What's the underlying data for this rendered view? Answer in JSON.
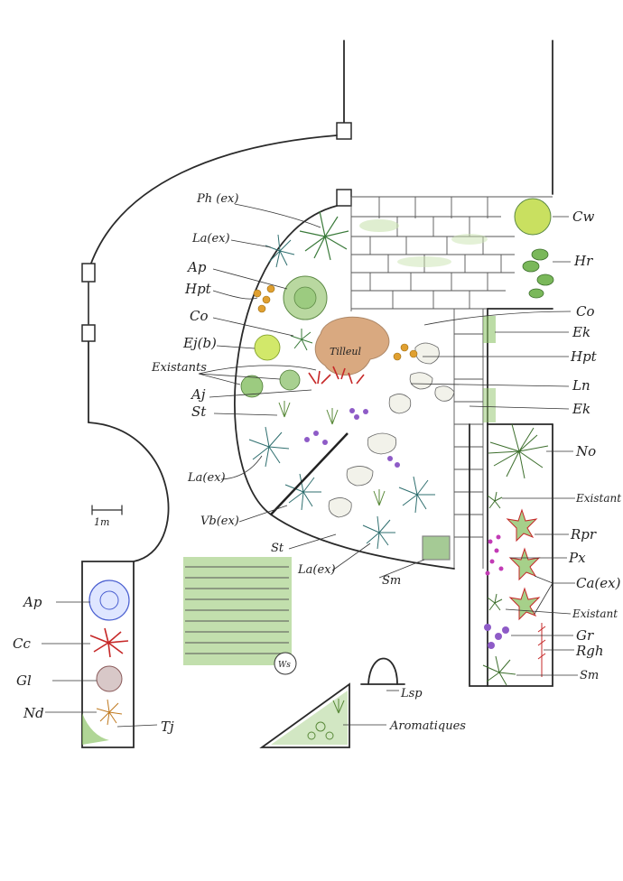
{
  "labels": {
    "ph_ex": "Ph (ex)",
    "la_ex_1": "La(ex)",
    "ap_1": "Ap",
    "hpt_1": "Hpt",
    "co_1": "Co",
    "ej_b": "Ej(b)",
    "existants": "Existants",
    "aj": "Aj",
    "st_1": "St",
    "la_ex_2": "La(ex)",
    "vb_ex": "Vb(ex)",
    "st_2": "St",
    "la_ex_3": "La(ex)",
    "sm_1": "Sm",
    "tilleul": "Tilleul",
    "cw": "Cw",
    "hr": "Hr",
    "co_2": "Co",
    "ek_1": "Ek",
    "hpt_2": "Hpt",
    "ln": "Ln",
    "ek_2": "Ek",
    "no": "No",
    "existant_1": "Existant",
    "rpr": "Rpr",
    "px": "Px",
    "ca_ex": "Ca(ex)",
    "existant_2": "Existant",
    "gr": "Gr",
    "rgh": "Rgh",
    "sm_2": "Sm",
    "ap_2": "Ap",
    "cc": "Cc",
    "gl": "Gl",
    "nd": "Nd",
    "tj": "Tj",
    "ws": "Ws",
    "lsp": "Lsp",
    "aromatiques": "Aromatiques",
    "scale": "1m"
  },
  "colors": {
    "ink": "#2a2a2a",
    "grass": "#8fc46a",
    "grass_light": "#c9e3b0",
    "tilleul": "#c9864b",
    "purple": "#8e5bc7",
    "magenta": "#c23bb5",
    "red": "#c62828",
    "blue": "#4a5fd0",
    "orange": "#e0a030"
  }
}
